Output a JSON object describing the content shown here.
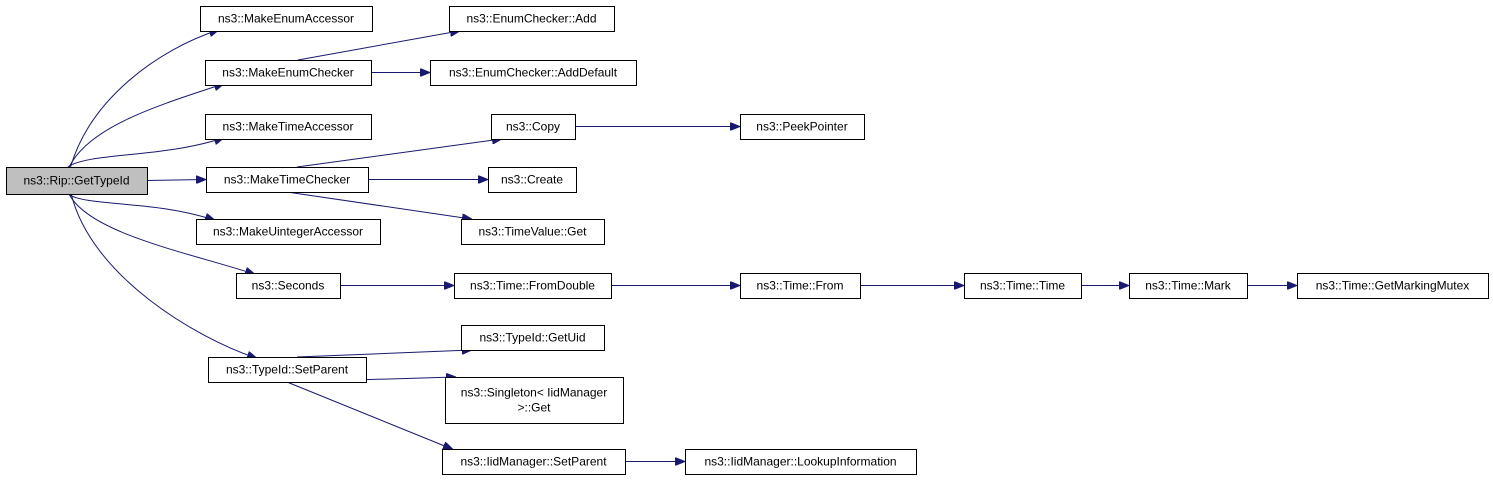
{
  "nodes": [
    {
      "id": "root",
      "lines": [
        "ns3::Rip::GetTypeId"
      ],
      "root": true
    },
    {
      "id": "mea",
      "lines": [
        "ns3::MakeEnumAccessor"
      ]
    },
    {
      "id": "mec",
      "lines": [
        "ns3::MakeEnumChecker"
      ]
    },
    {
      "id": "mta",
      "lines": [
        "ns3::MakeTimeAccessor"
      ]
    },
    {
      "id": "mtc",
      "lines": [
        "ns3::MakeTimeChecker"
      ]
    },
    {
      "id": "mua",
      "lines": [
        "ns3::MakeUintegerAccessor"
      ]
    },
    {
      "id": "sec",
      "lines": [
        "ns3::Seconds"
      ]
    },
    {
      "id": "tsp",
      "lines": [
        "ns3::TypeId::SetParent"
      ]
    },
    {
      "id": "eca",
      "lines": [
        "ns3::EnumChecker::Add"
      ]
    },
    {
      "id": "ecd",
      "lines": [
        "ns3::EnumChecker::AddDefault"
      ]
    },
    {
      "id": "cpy",
      "lines": [
        "ns3::Copy"
      ]
    },
    {
      "id": "crt",
      "lines": [
        "ns3::Create"
      ]
    },
    {
      "id": "tvg",
      "lines": [
        "ns3::TimeValue::Get"
      ]
    },
    {
      "id": "tfd",
      "lines": [
        "ns3::Time::FromDouble"
      ]
    },
    {
      "id": "tgu",
      "lines": [
        "ns3::TypeId::GetUid"
      ]
    },
    {
      "id": "sgl",
      "lines": [
        "ns3::Singleton< IidManager",
        ">::Get"
      ]
    },
    {
      "id": "isp",
      "lines": [
        "ns3::IidManager::SetParent"
      ]
    },
    {
      "id": "ppt",
      "lines": [
        "ns3::PeekPointer"
      ]
    },
    {
      "id": "tfr",
      "lines": [
        "ns3::Time::From"
      ]
    },
    {
      "id": "ttm",
      "lines": [
        "ns3::Time::Time"
      ]
    },
    {
      "id": "tmk",
      "lines": [
        "ns3::Time::Mark"
      ]
    },
    {
      "id": "tgm",
      "lines": [
        "ns3::Time::GetMarkingMutex"
      ]
    },
    {
      "id": "ili",
      "lines": [
        "ns3::IidManager::LookupInformation"
      ]
    }
  ],
  "edges": [
    {
      "from": "root",
      "to": "mea"
    },
    {
      "from": "root",
      "to": "mec"
    },
    {
      "from": "root",
      "to": "mta"
    },
    {
      "from": "root",
      "to": "mtc"
    },
    {
      "from": "root",
      "to": "mua"
    },
    {
      "from": "root",
      "to": "sec"
    },
    {
      "from": "root",
      "to": "tsp"
    },
    {
      "from": "mec",
      "to": "eca"
    },
    {
      "from": "mec",
      "to": "ecd"
    },
    {
      "from": "mtc",
      "to": "cpy"
    },
    {
      "from": "mtc",
      "to": "crt"
    },
    {
      "from": "mtc",
      "to": "tvg"
    },
    {
      "from": "sec",
      "to": "tfd"
    },
    {
      "from": "tsp",
      "to": "tgu"
    },
    {
      "from": "tsp",
      "to": "sgl"
    },
    {
      "from": "tsp",
      "to": "isp"
    },
    {
      "from": "cpy",
      "to": "ppt"
    },
    {
      "from": "tfd",
      "to": "tfr"
    },
    {
      "from": "tfr",
      "to": "ttm"
    },
    {
      "from": "ttm",
      "to": "tmk"
    },
    {
      "from": "tmk",
      "to": "tgm"
    },
    {
      "from": "isp",
      "to": "ili"
    }
  ]
}
